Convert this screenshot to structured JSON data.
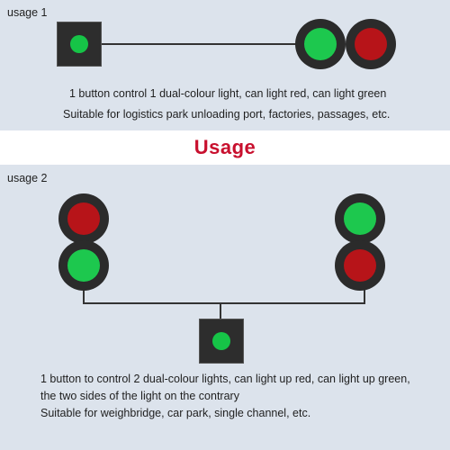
{
  "banner": "Usage",
  "usage1": {
    "label": "usage 1",
    "line1": "1 button control 1 dual-colour light, can light red, can light green",
    "line2": "Suitable for logistics park unloading port, factories, passages, etc."
  },
  "usage2": {
    "label": "usage 2",
    "line1": "1 button to control 2 dual-colour lights, can light up red, can light up green,",
    "line2": "the two sides of the light on the contrary",
    "line3": "Suitable for weighbridge, car park, single channel, etc."
  },
  "colors": {
    "panel": "#dce3ec",
    "banner_text": "#c8102e",
    "green_light": "#1dc84e",
    "red_light": "#b71419",
    "housing": "#2b2b2b"
  }
}
